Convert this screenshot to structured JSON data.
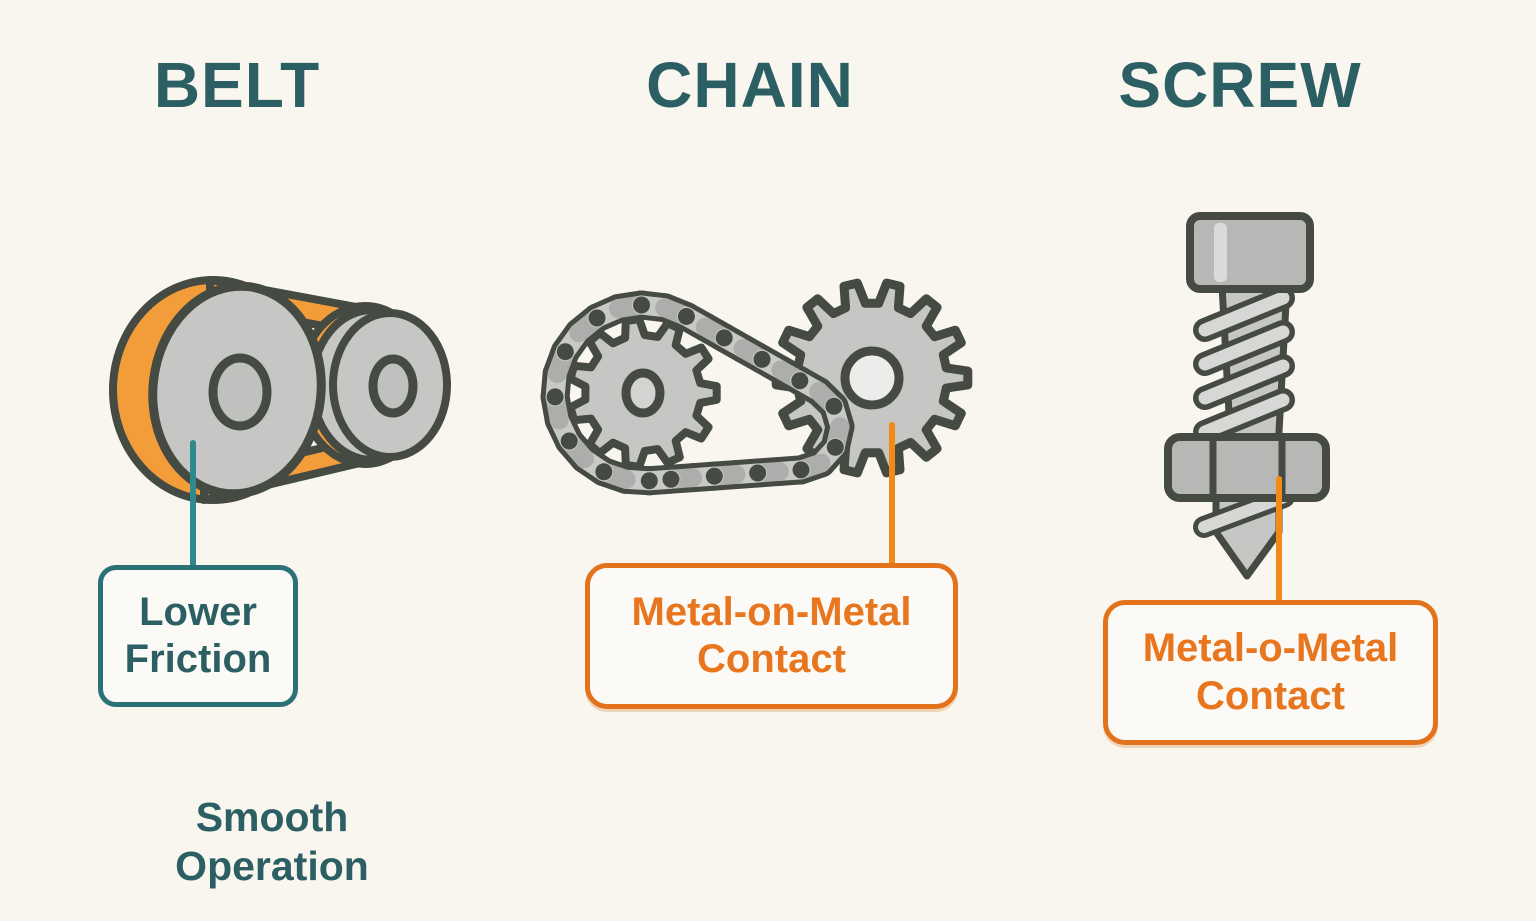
{
  "background": "#f8f6ee",
  "colors": {
    "background": "#f8f6ee",
    "teal_text": "#2c5f63",
    "teal_border": "#2d7178",
    "teal_leader": "#2f8a8e",
    "orange_text": "#e8761e",
    "orange_border": "#e2731c",
    "orange_leader": "#f28a18",
    "belt_orange": "#f29d3a",
    "outline": "#454a43",
    "metal": "#c6c7c5",
    "metal_light": "#d7d8d6",
    "gear_hole": "#ecedeb"
  },
  "columns": [
    {
      "id": "belt",
      "heading": "BELT",
      "illustration": "belt-pulley-drive",
      "callout": {
        "theme": "teal",
        "text": "Lower Friction",
        "lines": [
          "Lower",
          "Friction"
        ]
      },
      "footnote": {
        "text": "Smooth Operation",
        "lines": [
          "Smooth",
          "Operation"
        ]
      }
    },
    {
      "id": "chain",
      "heading": "CHAIN",
      "illustration": "chain-sprocket-and-gear",
      "callout": {
        "theme": "orange",
        "text": "Metal-on-Metal Contact",
        "lines": [
          "Metal-on-Metal",
          "Contact"
        ]
      }
    },
    {
      "id": "screw",
      "heading": "SCREW",
      "illustration": "screw-bolt-with-nut",
      "callout": {
        "theme": "orange",
        "text": "Metal-o-Metal Contact",
        "lines": [
          "Metal-o-Metal",
          "Contact"
        ]
      }
    }
  ]
}
